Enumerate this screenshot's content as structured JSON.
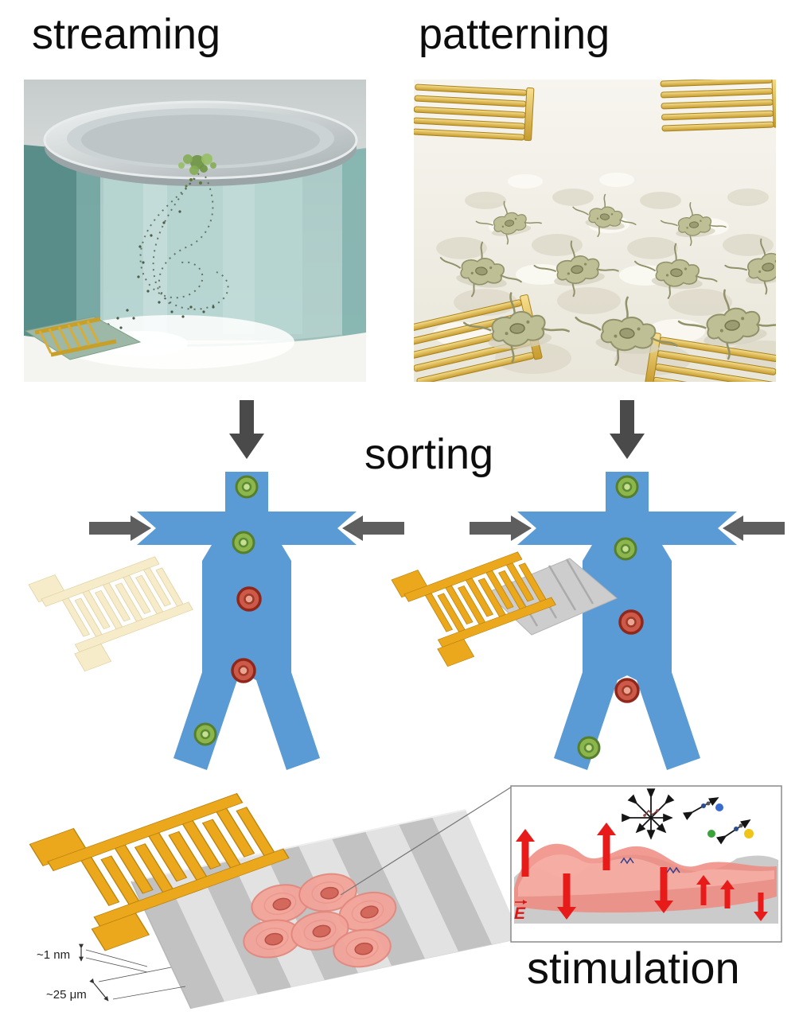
{
  "figure": {
    "panels": {
      "streaming": {
        "label": "streaming"
      },
      "patterning": {
        "label": "patterning"
      },
      "sorting": {
        "label": "sorting"
      },
      "stimulation": {
        "label": "stimulation"
      }
    },
    "dimension_annotations": {
      "film_thickness": "~1 nm",
      "corrugation_period": "~25 μm"
    },
    "efield_label": "E",
    "colors": {
      "channel_blue": "#5b9bd5",
      "gold_active": "#eca81c",
      "gold_pale_inactive": "#f6ecca",
      "flow_arrow_gray": "#4a4a4a",
      "cell_green": "#8cb64c",
      "cell_red": "#cd5948",
      "membrane_pink": "#ee8a7f",
      "efield_red": "#e81b1b",
      "substrate_gray": "#cccccc"
    }
  }
}
